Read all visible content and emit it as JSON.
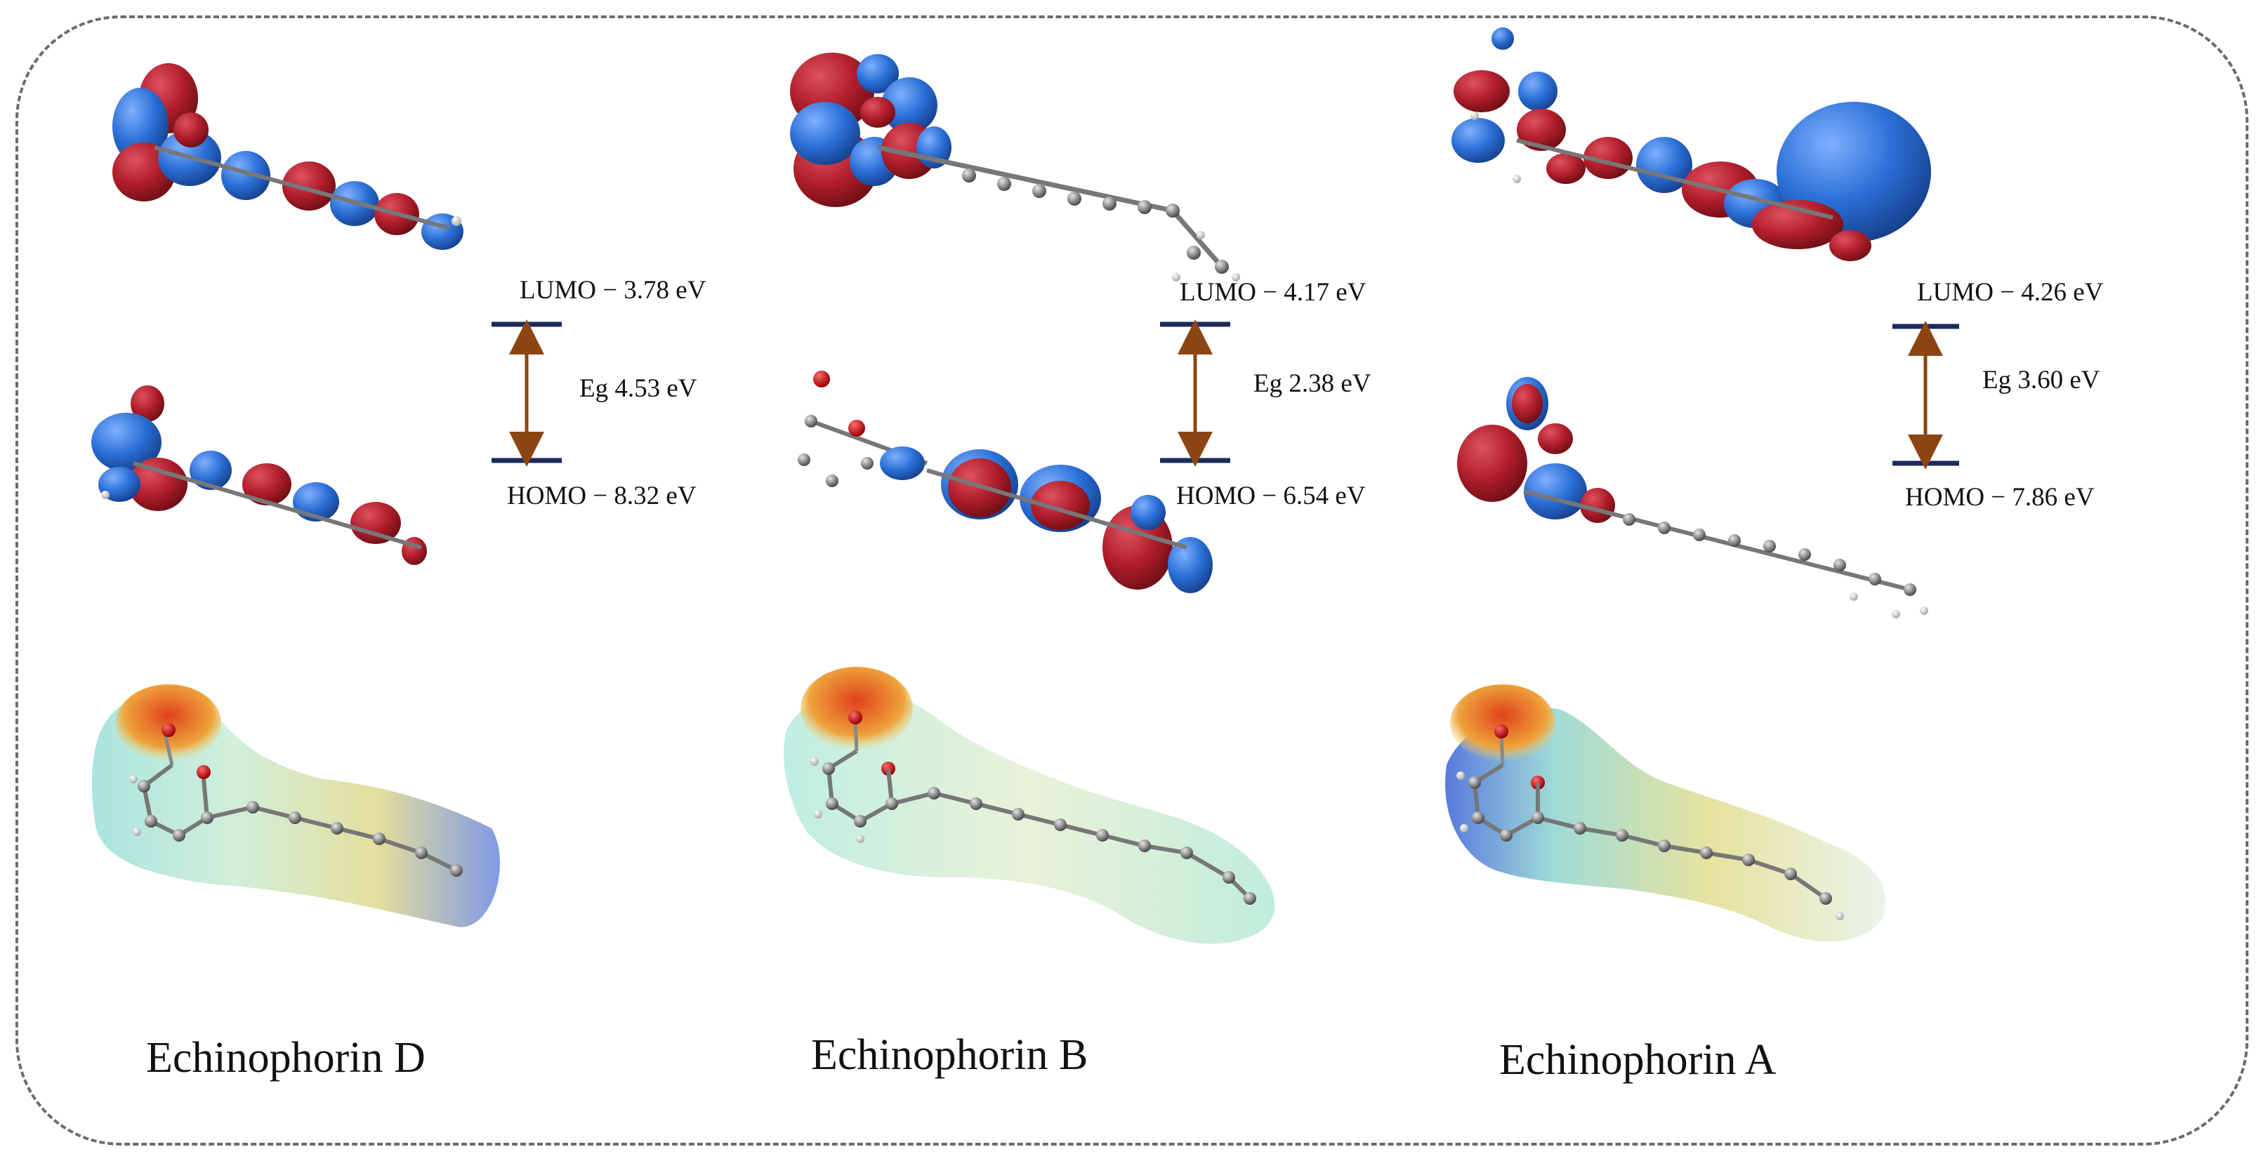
{
  "compounds": [
    {
      "name": "Echinophorin D",
      "lumo": "LUMO − 3.78 eV",
      "gap": "Eg 4.53 eV",
      "homo": "HOMO − 8.32 eV"
    },
    {
      "name": "Echinophorin B",
      "lumo": "LUMO − 4.17 eV",
      "gap": "Eg 2.38 eV",
      "homo": "HOMO − 6.54 eV"
    },
    {
      "name": "Echinophorin A",
      "lumo": "LUMO − 4.26 eV",
      "gap": "Eg 3.60 eV",
      "homo": "HOMO − 7.86 eV"
    }
  ],
  "colors": {
    "orbital_positive": "#b01e2b",
    "orbital_negative": "#2a6fd6",
    "level_line": "#1b2a5e",
    "gap_arrow": "#8b4513",
    "esp_negative": "#d8401c",
    "esp_neutral": "#d9e8a8",
    "esp_positive": "#2e4fd0",
    "frame": "#6b6b6b"
  }
}
